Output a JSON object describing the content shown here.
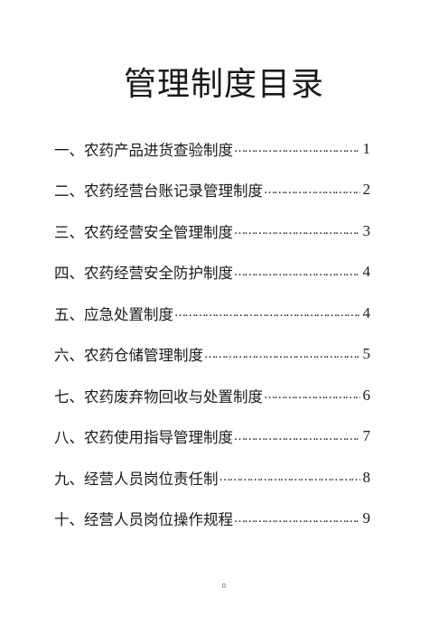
{
  "document": {
    "title": "管理制度目录",
    "footer_mark": "0"
  },
  "toc": [
    {
      "label": "一、农药产品进货查验制度",
      "page": "1"
    },
    {
      "label": "二、农药经营台账记录管理制度",
      "page": "2"
    },
    {
      "label": "三、农药经营安全管理制度",
      "page": "3"
    },
    {
      "label": "四、农药经营安全防护制度",
      "page": "4"
    },
    {
      "label": "五、应急处置制度",
      "page": "4"
    },
    {
      "label": "六、农药仓储管理制度",
      "page": "5"
    },
    {
      "label": "七、农药废弃物回收与处置制度",
      "page": "6"
    },
    {
      "label": "八、农药使用指导管理制度",
      "page": "7"
    },
    {
      "label": "九、经营人员岗位责任制",
      "page": "8"
    },
    {
      "label": "十、经营人员岗位操作规程",
      "page": "9"
    }
  ]
}
